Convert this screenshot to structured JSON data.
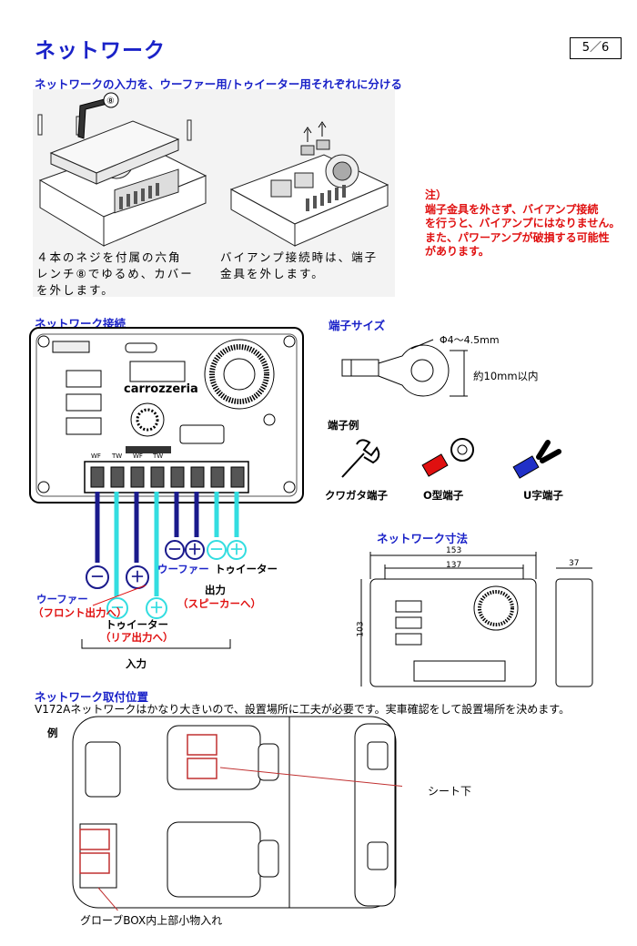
{
  "header": {
    "title": "ネットワーク",
    "page": "5／6"
  },
  "section1": {
    "heading": "ネットワークの入力を、ウーファー用/トゥイーター用それぞれに分ける",
    "callout": "⑧",
    "caption_left": [
      "４本のネジを付属の六角",
      "レンチ⑧でゆるめ、カバー",
      "を外します。"
    ],
    "caption_right": [
      "バイアンプ接続時は、端子",
      "金具を外します。"
    ],
    "note": [
      "注）",
      "端子金具を外さず、バイアンプ接続",
      "を行うと、バイアンプにはなりません。",
      "また、パワーアンプが破損する可能性",
      "があります。"
    ]
  },
  "connection": {
    "heading": "ネットワーク接続",
    "brand": "carrozzeria",
    "terminal_labels": [
      "WF",
      "TW",
      "WF",
      "TW"
    ],
    "woofer": "ウーファー",
    "woofer_dest": "（フロント出力へ）",
    "tweeter": "トゥイーター",
    "tweeter_dest": "（リア出力へ）",
    "input": "入力",
    "out_woofer": "ウーファー",
    "out_tweeter": "トゥイーター",
    "output": "出力",
    "output_dest": "（スピーカーへ）",
    "minus": "－",
    "plus": "＋"
  },
  "terminal_size": {
    "heading": "端子サイズ",
    "diameter": "Φ4～4.5mm",
    "width": "約10mm以内",
    "examples_heading": "端子例",
    "examples": [
      "クワガタ端子",
      "O型端子",
      "U字端子"
    ]
  },
  "dimensions": {
    "heading": "ネットワーク寸法",
    "width_outer": "153",
    "width_inner": "137",
    "depth": "37",
    "height": "103"
  },
  "mounting": {
    "heading": "ネットワーク取付位置",
    "desc": "V172Aネットワークはかなり大きいので、設置場所に工夫が必要です。実車確認をして設置場所を決めます。",
    "example": "例",
    "under_seat": "シート下",
    "glovebox": "グローブBOX内上部小物入れ"
  },
  "colors": {
    "title_blue": "#1a22c8",
    "note_red": "#e01010",
    "wire_navy": "#1a1a8c",
    "wire_cyan": "#33dde0"
  }
}
